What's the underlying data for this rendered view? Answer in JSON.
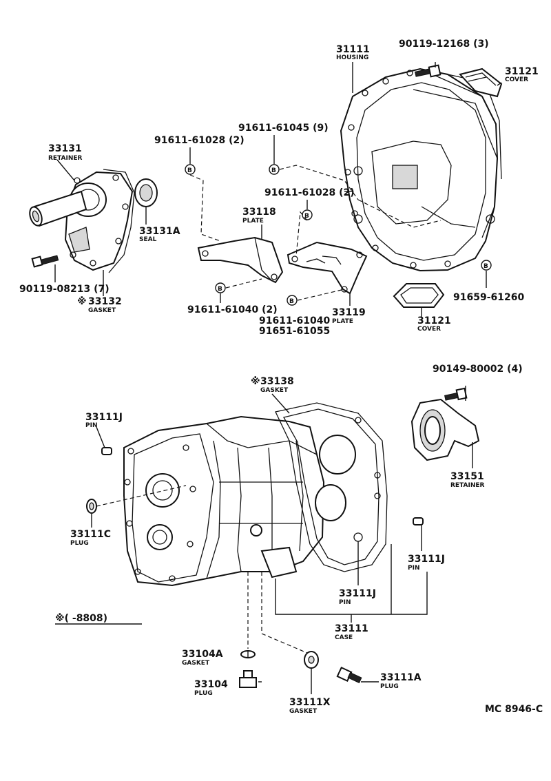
{
  "parts": {
    "p31111_top": {
      "number": "31111",
      "name": "HOUSING"
    },
    "p90119_12168": {
      "number": "90119-12168 (3)"
    },
    "p31121_top": {
      "number": "31121",
      "name": "COVER"
    },
    "p91611_61045": {
      "number": "91611-61045 (9)"
    },
    "p91611_61028_a": {
      "number": "91611-61028 (2)"
    },
    "p91611_61028_b": {
      "number": "91611-61028 (2)"
    },
    "p33131": {
      "number": "33131",
      "name": "RETAINER"
    },
    "p33131A": {
      "number": "33131A",
      "name": "SEAL"
    },
    "p33118": {
      "number": "33118",
      "name": "PLATE"
    },
    "p90119_08213": {
      "number": "90119-08213 (7)"
    },
    "p33132": {
      "number": "33132",
      "name": "GASKET",
      "mark": "※"
    },
    "p91611_61040_a": {
      "number": "91611-61040 (2)"
    },
    "p91611_61040_b": {
      "number": "91611-61040"
    },
    "p91651_61055": {
      "number": "91651-61055"
    },
    "p33119": {
      "number": "33119",
      "name": "PLATE"
    },
    "p91659_61260": {
      "number": "91659-61260"
    },
    "p31121_bottom": {
      "number": "31121",
      "name": "COVER"
    },
    "p90149_80002": {
      "number": "90149-80002 (4)"
    },
    "p33138": {
      "number": "33138",
      "name": "GASKET",
      "mark": "※"
    },
    "p33111J_left": {
      "number": "33111J",
      "name": "PIN"
    },
    "p33151": {
      "number": "33151",
      "name": "RETAINER"
    },
    "p33111C": {
      "number": "33111C",
      "name": "PLUG"
    },
    "p33111J_right": {
      "number": "33111J",
      "name": "PIN"
    },
    "p33111J_mid": {
      "number": "33111J",
      "name": "PIN"
    },
    "p33111": {
      "number": "33111",
      "name": "CASE"
    },
    "p33104A": {
      "number": "33104A",
      "name": "GASKET"
    },
    "p33104": {
      "number": "33104",
      "name": "PLUG"
    },
    "p33111X": {
      "number": "33111X",
      "name": "GASKET"
    },
    "p33111A": {
      "number": "33111A",
      "name": "PLUG"
    }
  },
  "bolt_marker": "B",
  "footnote": "※(      -8808)",
  "diagram_code": "MC 8946-C"
}
